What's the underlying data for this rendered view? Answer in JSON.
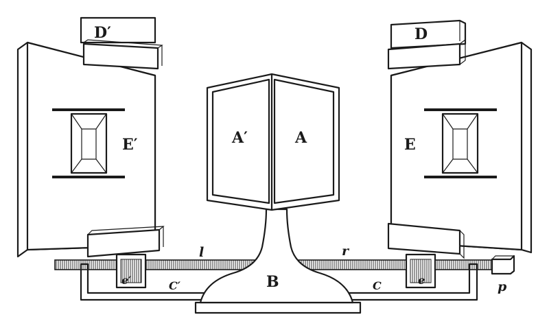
{
  "labels": {
    "D_prime": "D′",
    "D": "D",
    "E_prime": "E′",
    "E": "E",
    "A_prime": "A′",
    "A": "A",
    "B": "B",
    "C_prime": "C′",
    "C": "C",
    "e_prime": "e′",
    "e": "e",
    "l": "l",
    "r": "r",
    "p": "p"
  }
}
